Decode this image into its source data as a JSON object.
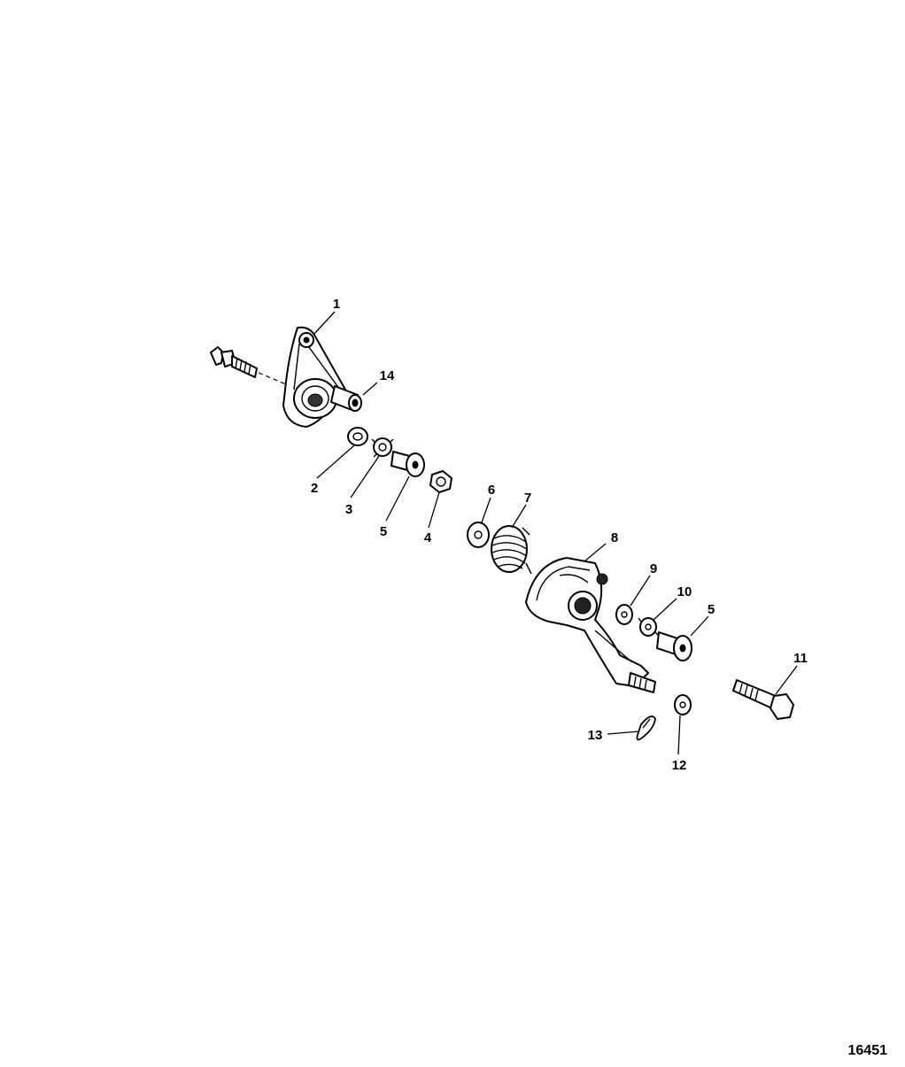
{
  "figure_number": "16451",
  "callouts": [
    {
      "id": "c1",
      "label": "1"
    },
    {
      "id": "c2",
      "label": "2"
    },
    {
      "id": "c3",
      "label": "3"
    },
    {
      "id": "c4",
      "label": "4"
    },
    {
      "id": "c5a",
      "label": "5"
    },
    {
      "id": "c5b",
      "label": "5"
    },
    {
      "id": "c6",
      "label": "6"
    },
    {
      "id": "c7",
      "label": "7"
    },
    {
      "id": "c8",
      "label": "8"
    },
    {
      "id": "c9",
      "label": "9"
    },
    {
      "id": "c10",
      "label": "10"
    },
    {
      "id": "c11",
      "label": "11"
    },
    {
      "id": "c12",
      "label": "12"
    },
    {
      "id": "c13",
      "label": "13"
    },
    {
      "id": "c14",
      "label": "14"
    }
  ]
}
